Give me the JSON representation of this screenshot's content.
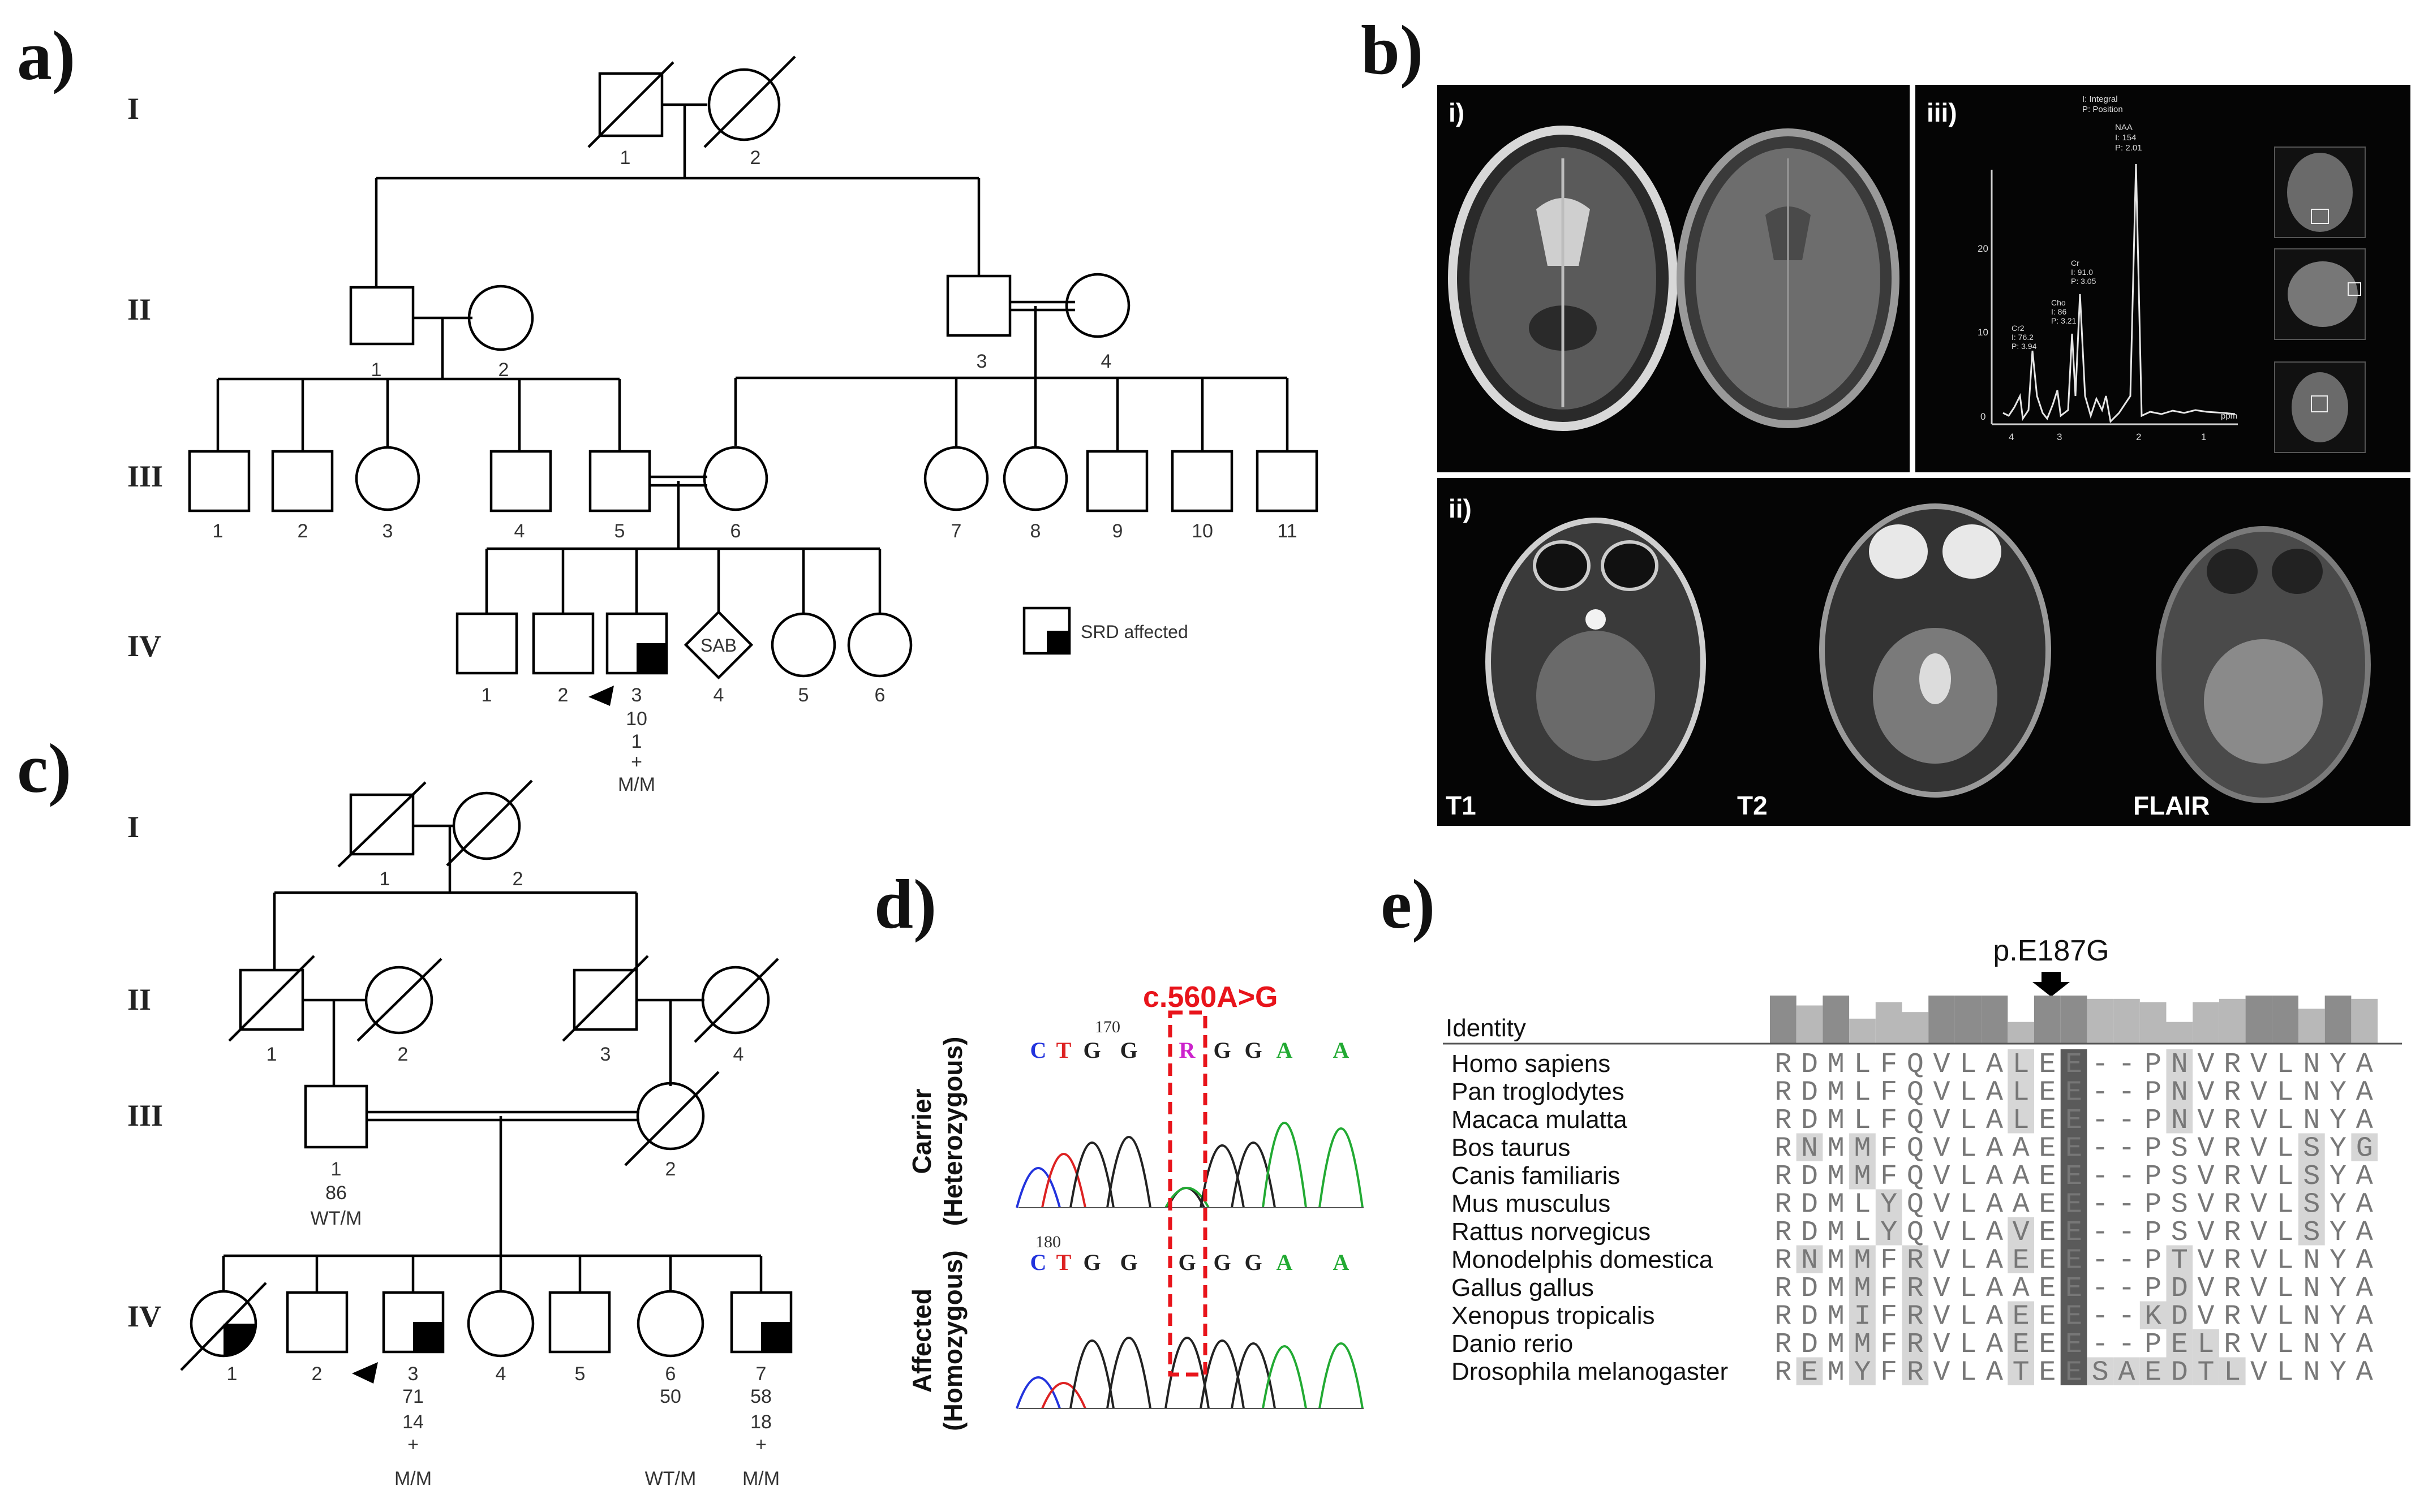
{
  "panels": {
    "a": "a)",
    "b": "b)",
    "c": "c)",
    "d": "d)",
    "e": "e)"
  },
  "gen_labels": [
    "I",
    "II",
    "III",
    "IV"
  ],
  "pedigree_a": {
    "I": [
      "1",
      "2"
    ],
    "II": [
      "1",
      "2",
      "3",
      "4"
    ],
    "III": [
      "1",
      "2",
      "3",
      "4",
      "5",
      "6",
      "7",
      "8",
      "9",
      "10",
      "11"
    ],
    "IV": [
      "1",
      "2",
      "3",
      "4",
      "5",
      "6"
    ],
    "sab": "SAB",
    "proband_info": [
      "10",
      "1",
      "+",
      "M/M"
    ],
    "legend": "SRD affected"
  },
  "pedigree_c": {
    "I": [
      "1",
      "2"
    ],
    "II": [
      "1",
      "2",
      "3",
      "4"
    ],
    "III": [
      "1",
      "2"
    ],
    "IV": [
      "1",
      "2",
      "3",
      "4",
      "5",
      "6",
      "7"
    ],
    "iii1_info": [
      "86",
      "WT/M"
    ],
    "iv3_info": [
      "71",
      "14",
      "+",
      "M/M"
    ],
    "iv6_info": [
      "50",
      "WT/M"
    ],
    "iv7_info": [
      "58",
      "18",
      "+",
      "M/M"
    ]
  },
  "mri": {
    "sub_i": "i)",
    "sub_ii": "ii)",
    "sub_iii": "iii)",
    "t1": "T1",
    "t2": "T2",
    "flair": "FLAIR",
    "spec_legend": [
      "I: Integral",
      "P: Position"
    ],
    "naa": [
      "NAA",
      "I: 154",
      "P: 2.01"
    ],
    "cr": [
      "Cr",
      "I: 91.0",
      "P: 3.05"
    ],
    "cho": [
      "Cho",
      "I: 86",
      "P: 3.21"
    ],
    "cr2": [
      "Cr2",
      "I: 76.2",
      "P: 3.94"
    ],
    "yticks": [
      "0",
      "10",
      "20"
    ],
    "xticks": [
      "4",
      "3",
      "2",
      "1"
    ],
    "xunit": "ppm"
  },
  "chromatogram": {
    "mutation": "c.560A>G",
    "carrier_lines": [
      "Carrier",
      "(Heterozygous)"
    ],
    "affected_lines": [
      "Affected",
      "(Homozygous)"
    ],
    "carrier_pos": "170",
    "affected_pos": "180",
    "carrier_bases": [
      "C",
      "T",
      "G",
      "G",
      "R",
      "G",
      "G",
      "A",
      "A"
    ],
    "affected_bases": [
      "C",
      "T",
      "G",
      "G",
      "G",
      "G",
      "G",
      "A",
      "A"
    ],
    "colors": {
      "C": "#2233dd",
      "T": "#dd2222",
      "G": "#222222",
      "A": "#22aa33",
      "R": "#cc22cc",
      "highlight": "#e8141b"
    }
  },
  "alignment": {
    "variant": "p.E187G",
    "identity_label": "Identity",
    "species": [
      "Homo sapiens",
      "Pan troglodytes",
      "Macaca mulatta",
      "Bos taurus",
      "Canis familiaris",
      "Mus musculus",
      "Rattus norvegicus",
      "Monodelphis domestica",
      "Gallus gallus",
      "Xenopus tropicalis",
      "Danio rerio",
      "Drosophila melanogaster"
    ],
    "sequences": [
      "RDMLFQVLALEE--PNVRVLNYA",
      "RDMLFQVLALEE--PNVRVLNYA",
      "RDMLFQVLALEE--PNVRVLNYA",
      "RNMMFQVLAAEE--PSVRVLSYG",
      "RDMMFQVLAAEE--PSVRVLSYA",
      "RDMLYQVLAAEE--PSVRVLSYA",
      "RDMLYQVLAVEE--PSVRVLSYA",
      "RNMMFRVLAEEE--PTVRVLNYA",
      "RDMMFRVLAAEE--PDVRVLNYA",
      "RDMIFRVLAEEE--KDVRVLNYA",
      "RDMMFRVLAEEE--PELRVLNYA",
      "REMYFRVLATEESAEDTLVLNYA"
    ]
  }
}
